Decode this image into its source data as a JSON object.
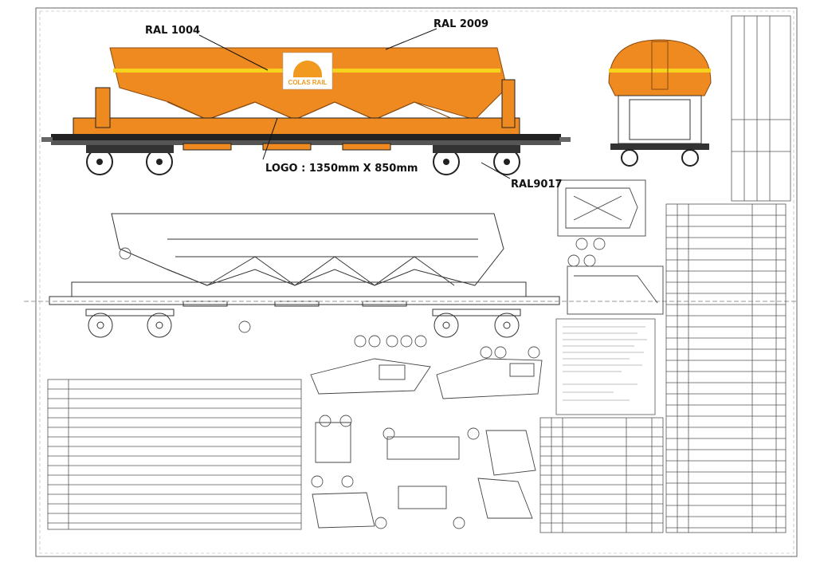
{
  "callouts": {
    "ral_1004": "RAL 1004",
    "ral_2009": "RAL 2009",
    "logo_size": "LOGO : 1350mm X 850mm",
    "ral_9017": "RAL9017"
  },
  "logo": {
    "brand": "COLAS RAIL"
  },
  "colors": {
    "body_orange": "#EE8A1F",
    "stripe_yellow": "#F7D21C",
    "frame_black": "#222222",
    "drawing_line": "#333333",
    "logo_bg": "#FFFFFF",
    "logo_arc": "#F19A1F"
  }
}
